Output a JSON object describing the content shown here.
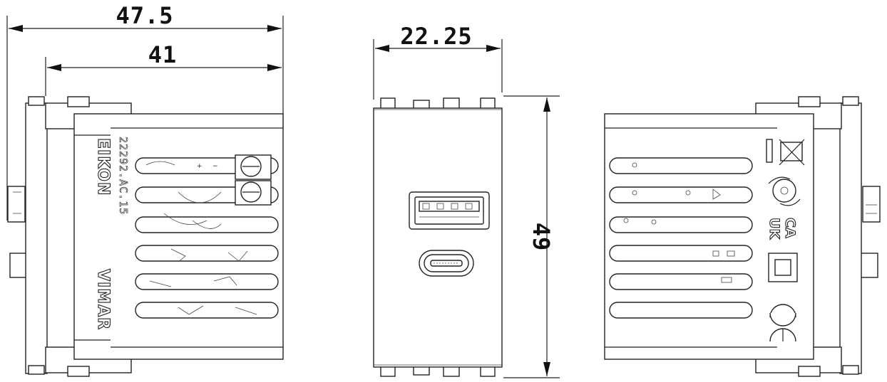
{
  "dimensions": {
    "overall_width": "47.5",
    "body_width": "41",
    "front_width": "22.25",
    "height": "49"
  },
  "left_view": {
    "brand_top": "EIKON",
    "brand_bottom": "VIMAR",
    "code": "22292.AC.15",
    "polarity_plus": "+",
    "polarity_minus": "−"
  },
  "right_view": {
    "ukca_top": "UK",
    "ukca_bottom": "CA"
  },
  "colors": {
    "line": "#222222",
    "background": "#ffffff"
  }
}
